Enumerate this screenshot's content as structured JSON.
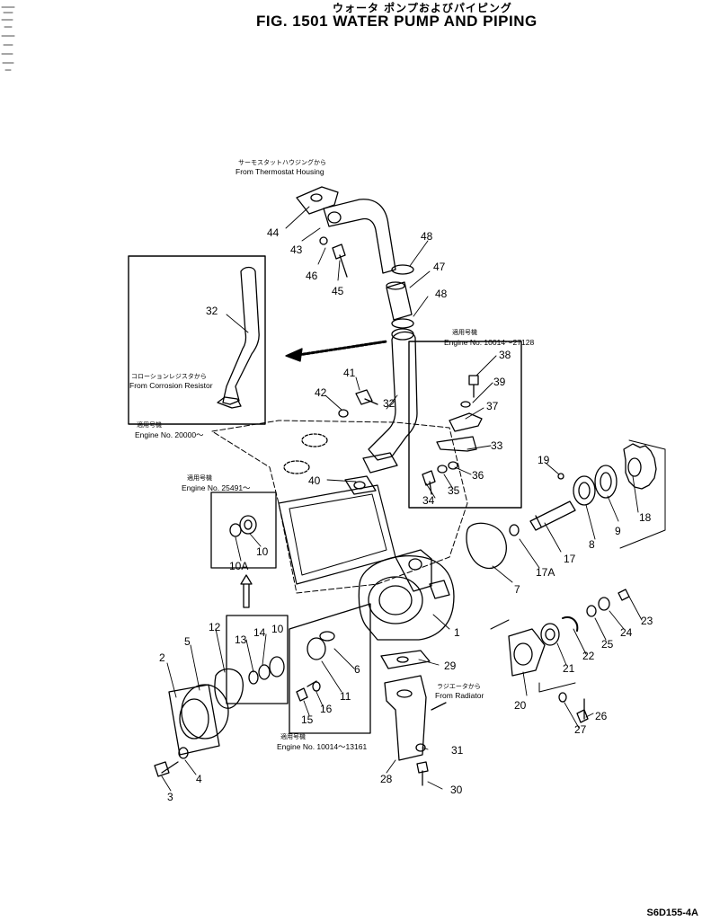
{
  "title": {
    "jp": "ウォータ ポンプおよびパイピング",
    "en": "FIG. 1501  WATER PUMP AND PIPING"
  },
  "captions": {
    "thermostat_jp": "サーモスタットハウジングから",
    "thermostat_en": "From  Thermostat  Housing",
    "corrosion_jp": "コローションレジスタから",
    "corrosion_en": "From  Corrosion  Resistor",
    "engine20000_jp": "適用号機",
    "engine20000_en": "Engine  No.  20000～",
    "engine27128_jp": "適用号機",
    "engine27128_en": "Engine  No.  10014～27128",
    "engine25491_jp": "適用号機",
    "engine25491_en": "Engine  No.  25491～",
    "engine13161_jp": "適用号機",
    "engine13161_en": "Engine  No.  10014～13161",
    "radiator_jp": "ラジエータから",
    "radiator_en": "From  Radiator"
  },
  "part_numbers": [
    "44",
    "43",
    "46",
    "45",
    "48",
    "47",
    "48",
    "32",
    "32",
    "41",
    "42",
    "38",
    "39",
    "37",
    "33",
    "36",
    "35",
    "34",
    "40",
    "19",
    "18",
    "9",
    "8",
    "17",
    "17A",
    "7",
    "10",
    "10A",
    "1",
    "12",
    "14",
    "10",
    "13",
    "5",
    "2",
    "6",
    "11",
    "16",
    "15",
    "29",
    "4",
    "3",
    "31",
    "28",
    "30",
    "23",
    "24",
    "25",
    "22",
    "21",
    "20",
    "27",
    "26"
  ],
  "drawing_code": "S6D155-4A"
}
